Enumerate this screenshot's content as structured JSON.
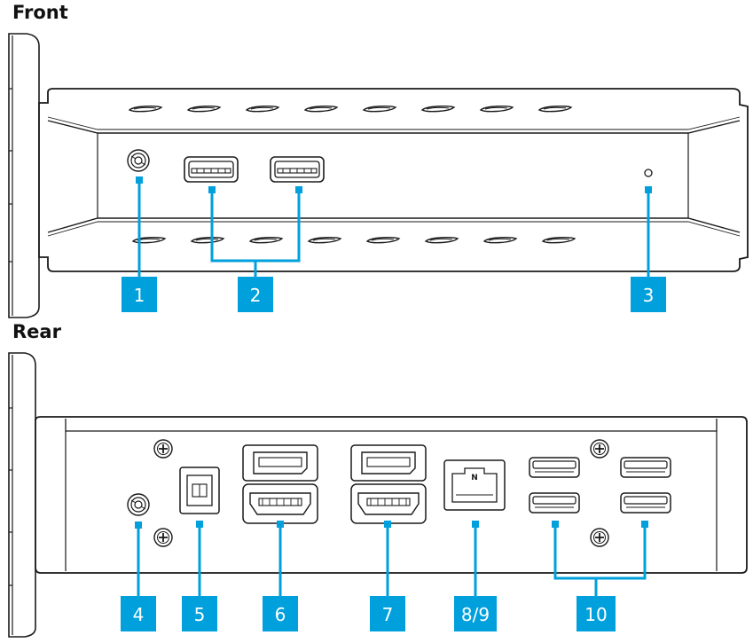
{
  "headings": {
    "front": "Front",
    "rear": "Rear"
  },
  "callouts": {
    "c1": "1",
    "c2": "2",
    "c3": "3",
    "c4": "4",
    "c5": "5",
    "c6": "6",
    "c7": "7",
    "c8": "8/9",
    "c10": "10"
  },
  "colors": {
    "accent": "#00A0DC",
    "line": "#1a1a1a",
    "fill": "#ffffff"
  },
  "icons": {
    "port_rj45_label": "N"
  }
}
